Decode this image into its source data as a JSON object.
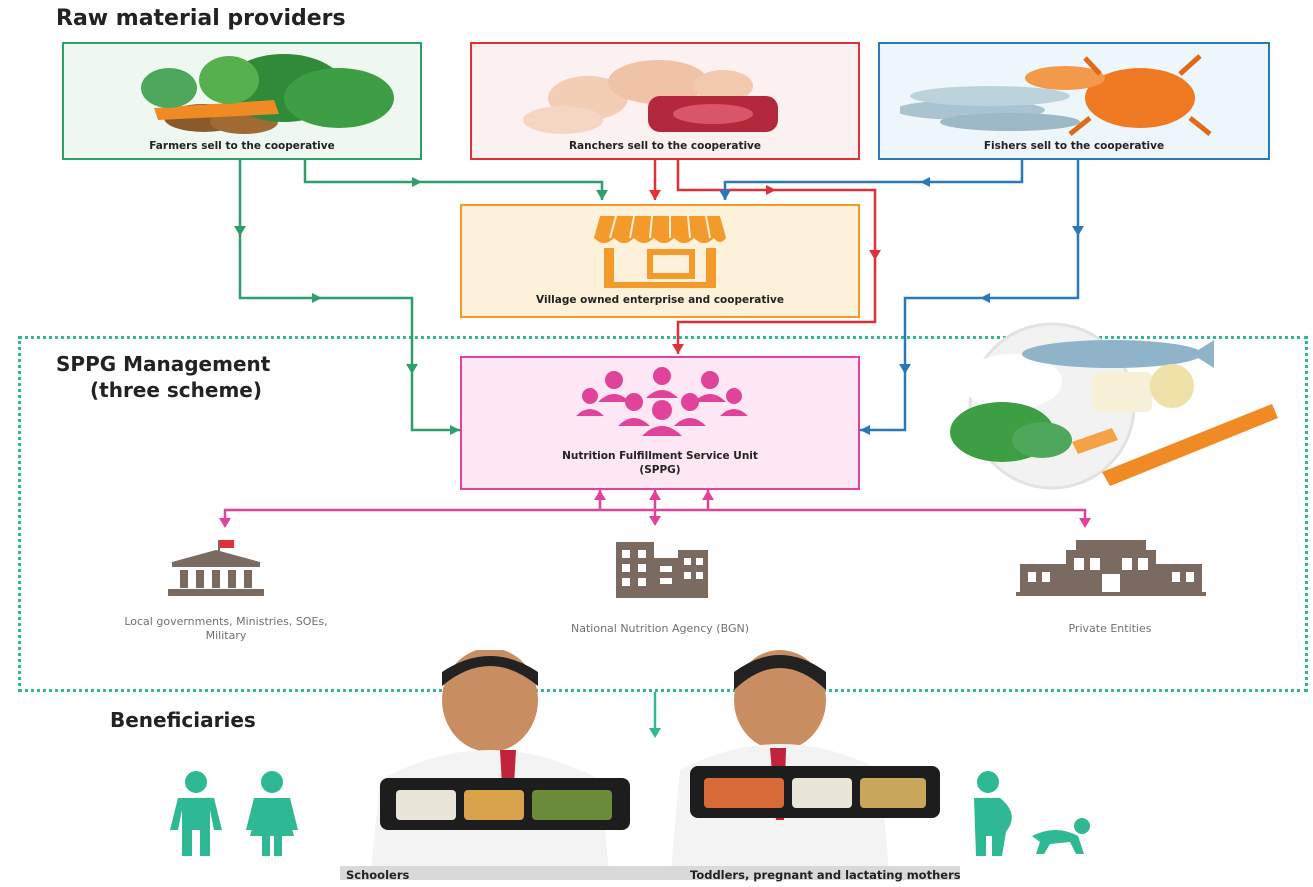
{
  "headings": {
    "raw": "Raw material providers",
    "management_line1": "SPPG Management",
    "management_line2": "(three scheme)",
    "beneficiaries": "Beneficiaries"
  },
  "providers": {
    "farmers": "Farmers sell to the cooperative",
    "ranchers": "Ranchers sell to the cooperative",
    "fishers": "Fishers sell to the cooperative"
  },
  "enterprise": "Village owned enterprise and cooperative",
  "sppg": {
    "line1": "Nutrition Fulfillment Service Unit",
    "line2": "(SPPG)"
  },
  "schemes": {
    "local_line1": "Local governments, Ministries, SOEs,",
    "local_line2": "Military",
    "bgn": "National Nutrition Agency (BGN)",
    "private": "Private Entities"
  },
  "beneficiary_groups": {
    "schoolers": "Schoolers",
    "mothers": "Toddlers, pregnant and lactating mothers"
  },
  "colors": {
    "green": "#2e9e6a",
    "red": "#e0303a",
    "blue": "#2a78b8",
    "orange": "#f39a2b",
    "pink": "#e0449a",
    "teal": "#2fb894",
    "brown": "#7b6a60"
  },
  "icons": [
    "vegetables-image",
    "meat-image",
    "seafood-image",
    "market-stall-icon",
    "people-group-icon",
    "government-building-icon",
    "office-building-icon",
    "company-building-icon",
    "food-plate-image",
    "children-students-image",
    "boy-icon",
    "girl-icon",
    "pregnant-woman-icon",
    "crawling-baby-icon"
  ]
}
